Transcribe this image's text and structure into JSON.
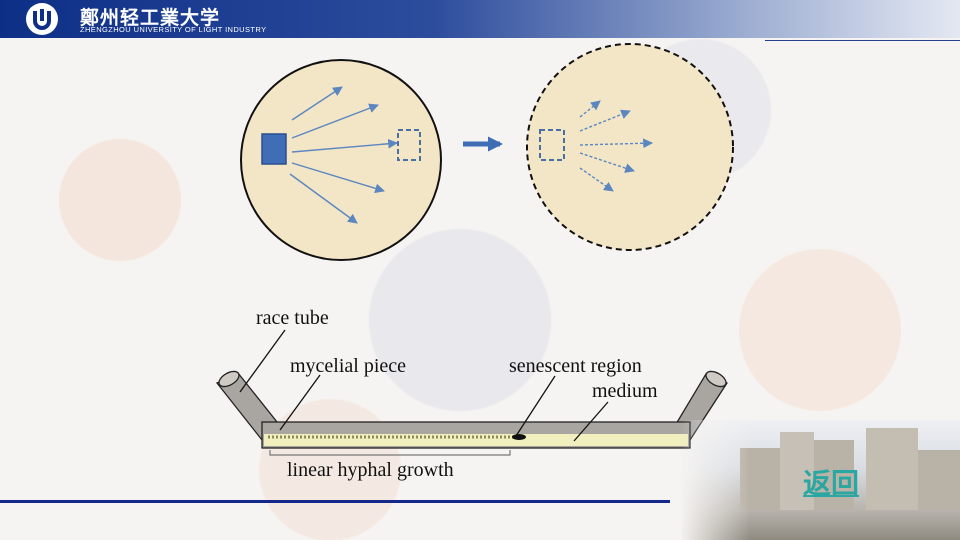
{
  "header": {
    "logo_icon": "university-shield-icon",
    "name_cn": "鄭州轻工業大学",
    "name_en": "ZHENGZHOU UNIVERSITY OF LIGHT INDUSTRY"
  },
  "diagram": {
    "labels": {
      "race_tube": "race tube",
      "mycelial_piece": "mycelial piece",
      "senescent_region": "senescent region",
      "medium": "medium",
      "linear_growth": "linear hyphal growth"
    },
    "colors": {
      "circle_fill": "#f3e6c6",
      "arrow": "#5b86c0",
      "block": "#3f6db6",
      "tube": "#a9a5a1",
      "medium": "#f1efbe"
    }
  },
  "nav": {
    "back_label": "返回"
  }
}
